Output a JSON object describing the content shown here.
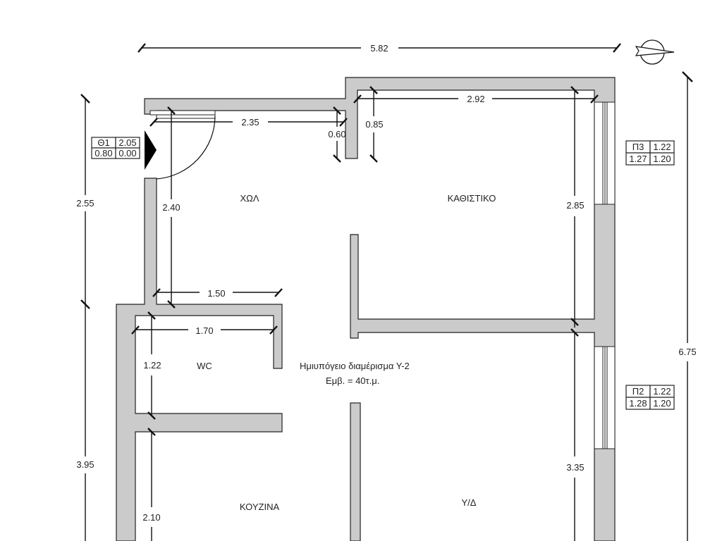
{
  "title": "Ημιυπόγειο διαμέρισμα Υ-2",
  "area": "Εμβ. = 40τ.μ.",
  "rooms": {
    "hall": "ΧΩΛ",
    "living": "ΚΑΘΙΣΤΙΚΟ",
    "wc": "WC",
    "kitchen": "ΚΟΥΖΙΝΑ",
    "bedroom": "Υ/Δ"
  },
  "dimensions": {
    "total_width": "5.82",
    "total_height": "6.75",
    "left_upper": "2.55",
    "left_lower": "3.95",
    "hall_width": "2.35",
    "stub": "0.60",
    "living_stub": "0.85",
    "living_width": "2.92",
    "hall_height": "2.40",
    "hall_bottom": "1.50",
    "wc_width": "1.70",
    "wc_height": "1.22",
    "kitchen_height": "2.10",
    "living_height": "2.85",
    "bedroom_height": "3.35"
  },
  "openings": {
    "door_th1": {
      "id": "Θ1",
      "width": "2.05",
      "a": "0.80",
      "b": "0.00"
    },
    "window_p3": {
      "id": "Π3",
      "width": "1.22",
      "a": "1.27",
      "b": "1.20"
    },
    "window_p2": {
      "id": "Π2",
      "width": "1.22",
      "a": "1.28",
      "b": "1.20"
    }
  },
  "icons": {
    "north": "north-arrow-icon"
  }
}
